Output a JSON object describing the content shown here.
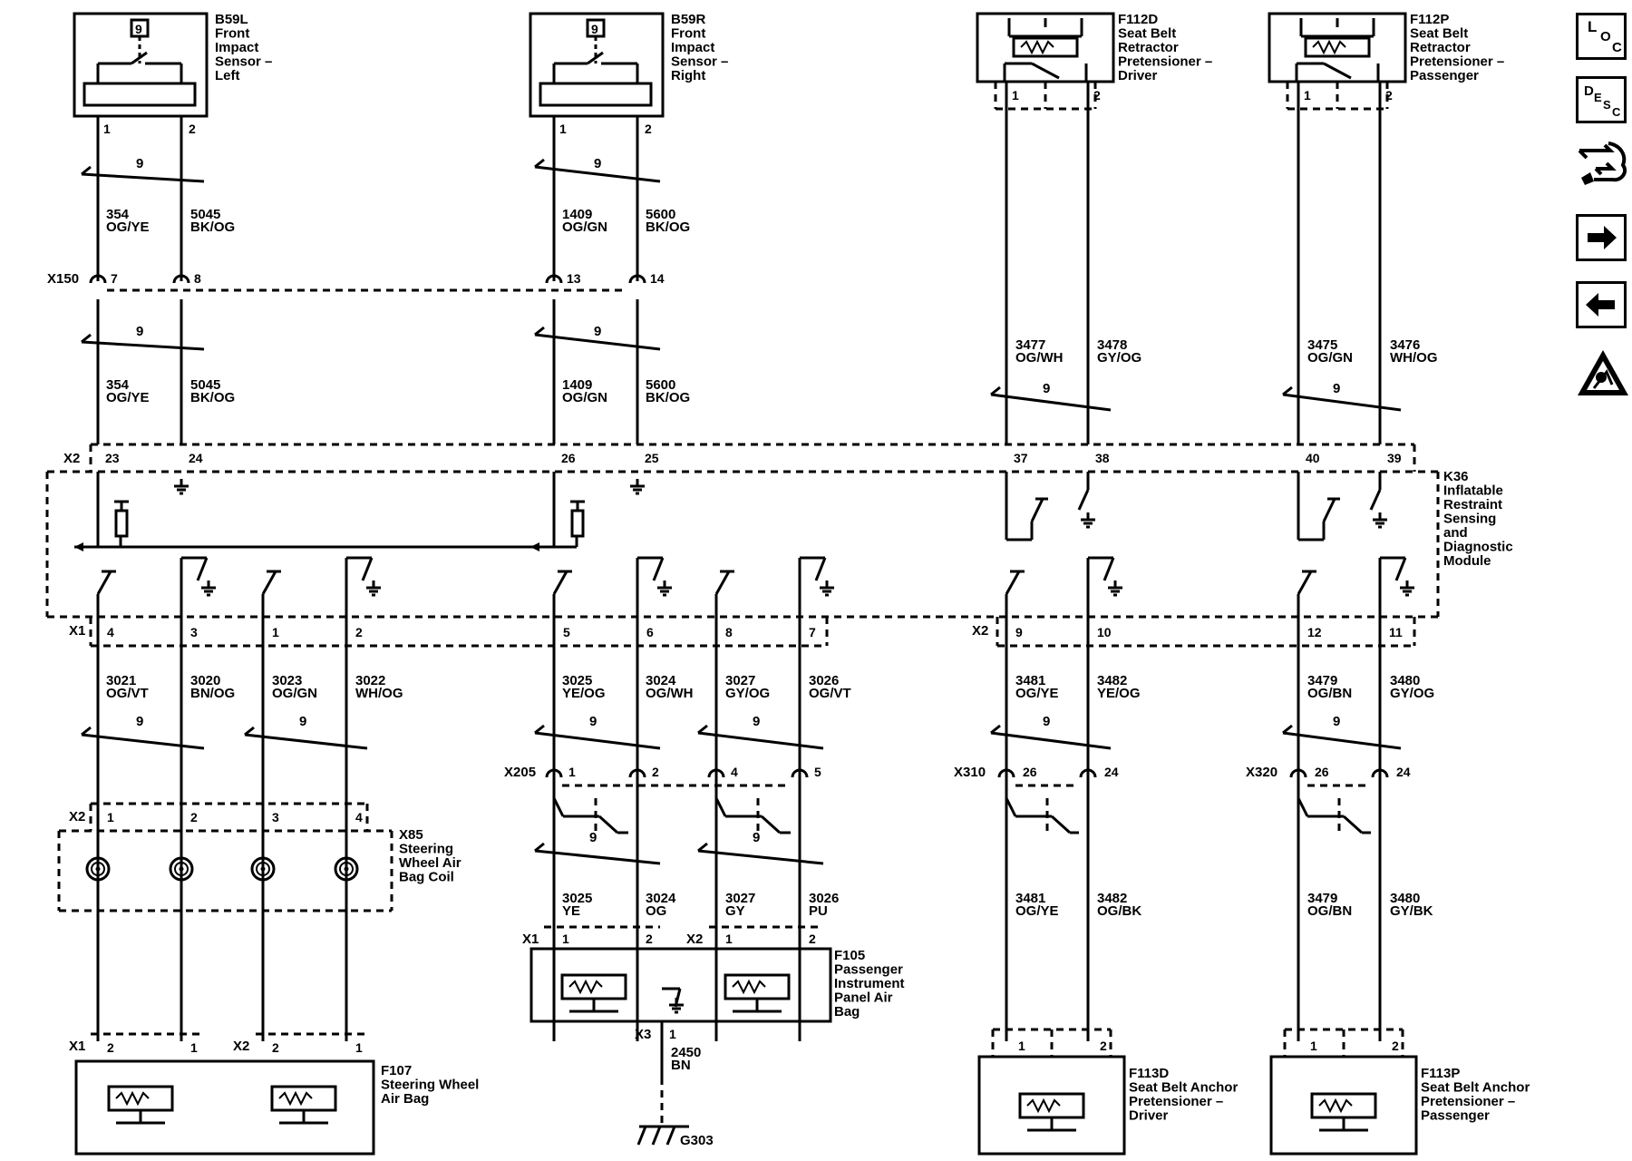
{
  "nav": {
    "loc": {
      "c1": "L",
      "c2": "O",
      "c3": "C"
    },
    "desc": {
      "c1": "D",
      "c2": "E",
      "c3": "S",
      "c4": "C"
    },
    "icons": [
      "loc-icon",
      "desc-icon",
      "connector-end-view-icon",
      "next-page-icon",
      "previous-page-icon",
      "esd-warning-icon"
    ]
  },
  "components": [
    {
      "id": "B59L",
      "lines": [
        "B59L",
        "Front",
        "Impact",
        "Sensor –",
        "Left"
      ]
    },
    {
      "id": "B59R",
      "lines": [
        "B59R",
        "Front",
        "Impact",
        "Sensor –",
        "Right"
      ]
    },
    {
      "id": "F112D",
      "lines": [
        "F112D",
        "Seat Belt",
        "Retractor",
        "Pretensioner –",
        "Driver"
      ]
    },
    {
      "id": "F112P",
      "lines": [
        "F112P",
        "Seat Belt",
        "Retractor",
        "Pretensioner –",
        "Passenger"
      ]
    },
    {
      "id": "K36",
      "lines": [
        "K36",
        "Inflatable",
        "Restraint",
        "Sensing",
        "and",
        "Diagnostic",
        "Module"
      ]
    },
    {
      "id": "X85",
      "lines": [
        "X85",
        "Steering",
        "Wheel Air",
        "Bag Coil"
      ]
    },
    {
      "id": "F105",
      "lines": [
        "F105",
        "Passenger",
        "Instrument",
        "Panel Air",
        "Bag"
      ]
    },
    {
      "id": "F107",
      "lines": [
        "F107",
        "Steering Wheel",
        "Air Bag"
      ]
    },
    {
      "id": "F113D",
      "lines": [
        "F113D",
        "Seat Belt Anchor",
        "Pretensioner –",
        "Driver"
      ]
    },
    {
      "id": "F113P",
      "lines": [
        "F113P",
        "Seat Belt Anchor",
        "Pretensioner –",
        "Passenger"
      ]
    }
  ],
  "sensor_icon_label": "9",
  "twist_label": "9",
  "connectors": {
    "X150": {
      "name": "X150",
      "pins": [
        "7",
        "8",
        "13",
        "14"
      ]
    },
    "K36_X2_top": {
      "name": "X2",
      "pins": [
        "23",
        "24",
        "26",
        "25",
        "37",
        "38",
        "40",
        "39"
      ]
    },
    "K36_X1_bottom": {
      "name": "X1",
      "pins": [
        "4",
        "3",
        "1",
        "2",
        "5",
        "6",
        "8",
        "7"
      ]
    },
    "K36_X2_bottom": {
      "name": "X2",
      "pins": [
        "9",
        "10",
        "12",
        "11"
      ]
    },
    "X205": {
      "name": "X205",
      "pins": [
        "1",
        "2",
        "4",
        "5"
      ]
    },
    "X310": {
      "name": "X310",
      "pins": [
        "26",
        "24"
      ]
    },
    "X320": {
      "name": "X320",
      "pins": [
        "26",
        "24"
      ]
    },
    "X85_X2": {
      "name": "X2",
      "pins": [
        "1",
        "2",
        "3",
        "4"
      ]
    },
    "F105_X1": {
      "name": "X1",
      "pins": [
        "1",
        "2"
      ]
    },
    "F105_X2": {
      "name": "X2",
      "pins": [
        "1",
        "2"
      ]
    },
    "F105_X3": {
      "name": "X3",
      "pins": [
        "1"
      ]
    },
    "F107_X1": {
      "name": "X1",
      "pins": [
        "2",
        "1"
      ]
    },
    "F107_X2": {
      "name": "X2",
      "pins": [
        "2",
        "1"
      ]
    },
    "B59L_pins": [
      "1",
      "2"
    ],
    "B59R_pins": [
      "1",
      "2"
    ],
    "F112D_pins": [
      "1",
      "2"
    ],
    "F112P_pins": [
      "1",
      "2"
    ],
    "F113D_pins": [
      "1",
      "2"
    ],
    "F113P_pins": [
      "1",
      "2"
    ]
  },
  "wires": [
    {
      "circuit": "354",
      "color": "OG/YE"
    },
    {
      "circuit": "5045",
      "color": "BK/OG"
    },
    {
      "circuit": "1409",
      "color": "OG/GN"
    },
    {
      "circuit": "5600",
      "color": "BK/OG"
    },
    {
      "circuit": "354",
      "color": "OG/YE"
    },
    {
      "circuit": "5045",
      "color": "BK/OG"
    },
    {
      "circuit": "1409",
      "color": "OG/GN"
    },
    {
      "circuit": "5600",
      "color": "BK/OG"
    },
    {
      "circuit": "3477",
      "color": "OG/WH"
    },
    {
      "circuit": "3478",
      "color": "GY/OG"
    },
    {
      "circuit": "3475",
      "color": "OG/GN"
    },
    {
      "circuit": "3476",
      "color": "WH/OG"
    },
    {
      "circuit": "3021",
      "color": "OG/VT"
    },
    {
      "circuit": "3020",
      "color": "BN/OG"
    },
    {
      "circuit": "3023",
      "color": "OG/GN"
    },
    {
      "circuit": "3022",
      "color": "WH/OG"
    },
    {
      "circuit": "3025",
      "color": "YE/OG"
    },
    {
      "circuit": "3024",
      "color": "OG/WH"
    },
    {
      "circuit": "3027",
      "color": "GY/OG"
    },
    {
      "circuit": "3026",
      "color": "OG/VT"
    },
    {
      "circuit": "3481",
      "color": "OG/YE"
    },
    {
      "circuit": "3482",
      "color": "YE/OG"
    },
    {
      "circuit": "3479",
      "color": "OG/BN"
    },
    {
      "circuit": "3480",
      "color": "GY/OG"
    },
    {
      "circuit": "3025",
      "color": "YE"
    },
    {
      "circuit": "3024",
      "color": "OG"
    },
    {
      "circuit": "3027",
      "color": "GY"
    },
    {
      "circuit": "3026",
      "color": "PU"
    },
    {
      "circuit": "3481",
      "color": "OG/YE"
    },
    {
      "circuit": "3482",
      "color": "OG/BK"
    },
    {
      "circuit": "3479",
      "color": "OG/BN"
    },
    {
      "circuit": "3480",
      "color": "GY/BK"
    },
    {
      "circuit": "3021",
      "color": "OG/VT"
    },
    {
      "circuit": "3020",
      "color": "BN/OG"
    },
    {
      "circuit": "3023",
      "color": "OG/GN"
    },
    {
      "circuit": "3022",
      "color": "WH/OG"
    },
    {
      "circuit": "2450",
      "color": "BN"
    }
  ],
  "ground": {
    "name": "G303"
  }
}
